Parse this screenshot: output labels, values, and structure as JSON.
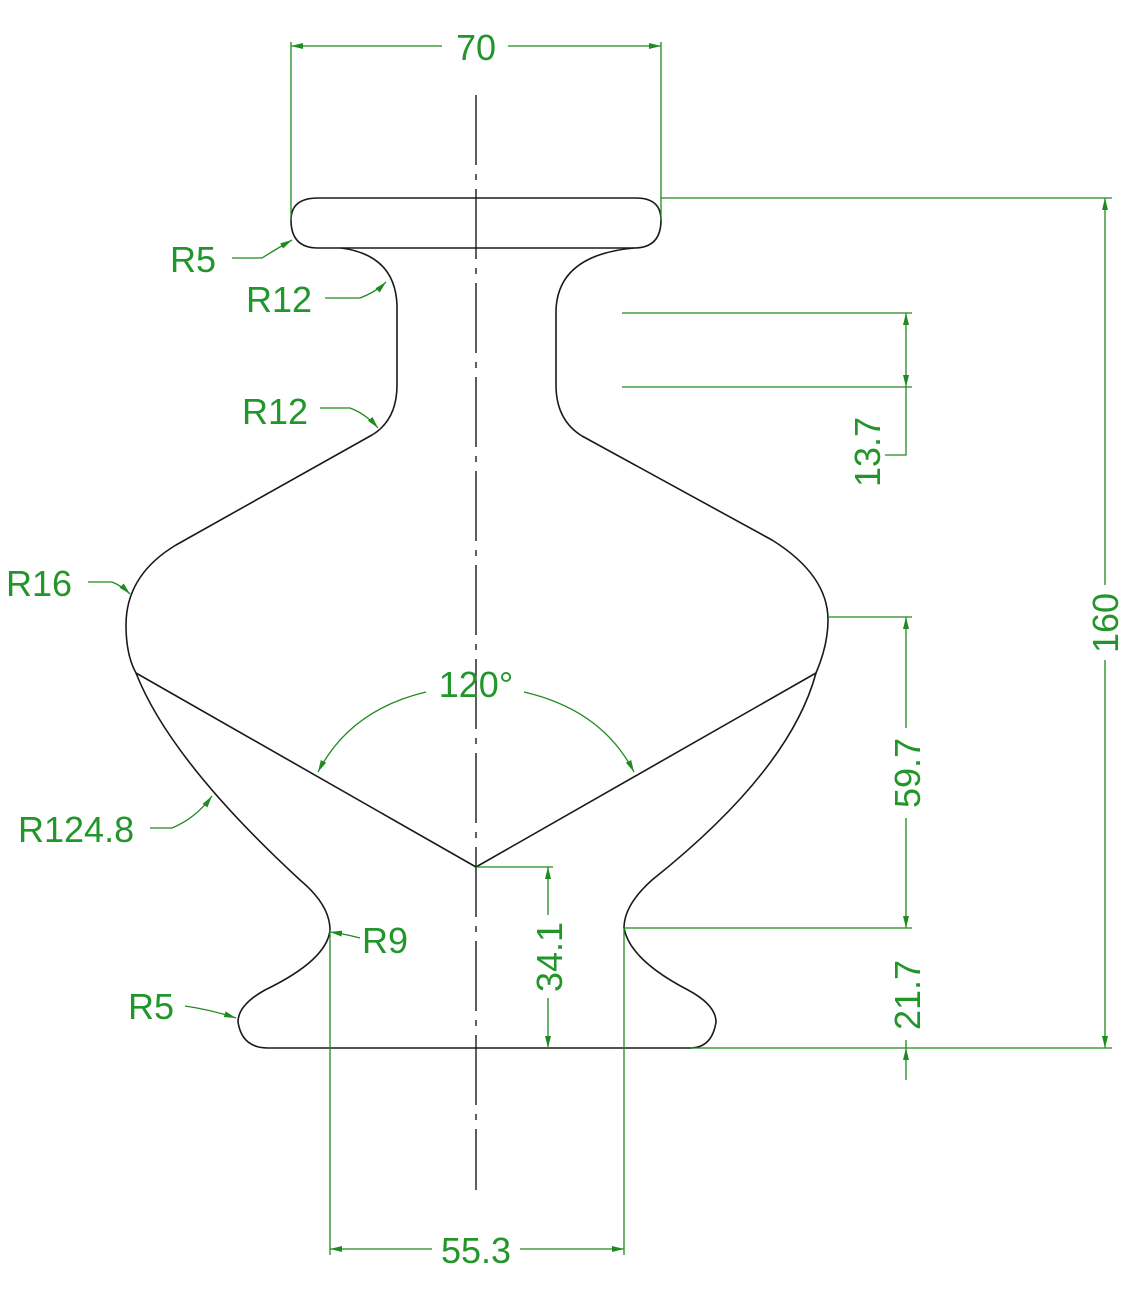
{
  "colors": {
    "outline": "#1a1a1a",
    "dimension": "#1f8a1f",
    "text": "#22962a",
    "background": "#ffffff"
  },
  "dimensions": {
    "top_width": "70",
    "overall_height": "160",
    "neck_length": "13.7",
    "body_height": "59.7",
    "angle": "120°",
    "cone_depth": "34.1",
    "base_height": "21.7",
    "base_width": "55.3"
  },
  "radii": {
    "top_rim": "R5",
    "neck_upper": "R12",
    "neck_lower": "R12",
    "shoulder": "R16",
    "lower_body": "R124.8",
    "waist": "R9",
    "base_rim": "R5"
  }
}
